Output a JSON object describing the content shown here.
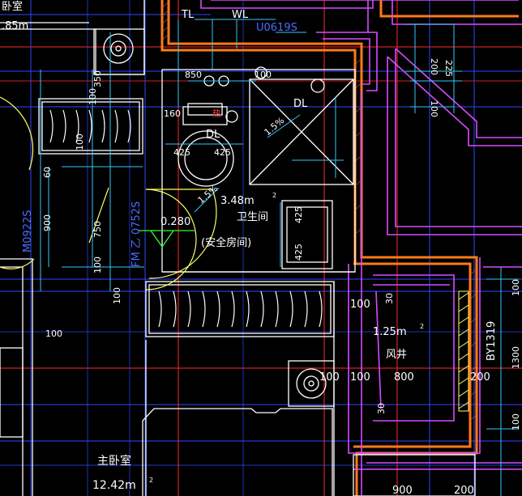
{
  "colors": {
    "background": "#000000",
    "wall_orange": "#ff7a1a",
    "wall_magenta": "#d64cff",
    "dimension_cyan": "#35c9ff",
    "grid_blue": "#2f48ff",
    "grid_red": "#ff2a2a",
    "fixture_white": "#ffffff",
    "window_yellow": "#ffff66"
  },
  "room_labels": {
    "top_left_room": "卧室",
    "top_left_area": ".85m",
    "bathroom_area": "3.48m",
    "bathroom_name": "卫生间",
    "safe_room": "(安全房间)",
    "shaft_area": "1.25m",
    "shaft_name": "风井",
    "master_bedroom": "主卧室",
    "master_bedroom_area": "12.42m",
    "area_superscript": "2"
  },
  "pipe_labels": {
    "tl": "TL",
    "wl": "WL",
    "dl_shower": "DL",
    "dl_toilet": "DL",
    "heater": "热"
  },
  "door_tags": {
    "left_door": "M0922S",
    "main_door": "FM 乙 0752S",
    "shaft_tag": "BY1319",
    "top_tag": "U0619S"
  },
  "slope_labels": {
    "slope_1": "1.5%",
    "slope_2": "1.5%"
  },
  "floor_mark": "0.280",
  "dimensions": {
    "top_850": "850",
    "top_100": "100",
    "left_350": "350",
    "left_100a": "100",
    "left_160": "160",
    "vanity_425a": "425",
    "vanity_425b": "425",
    "left_100b": "100",
    "left_60": "60",
    "left_900": "900",
    "left_750": "750",
    "left_100c": "100",
    "left_100d": "100",
    "left_100e": "100",
    "basin_425a": "425",
    "basin_425b": "425",
    "right_200": "200",
    "right_225": "225",
    "right_100": "100",
    "shaft_100a": "100",
    "shaft_30a": "30",
    "shaft_100b": "100",
    "shaft_100c": "100",
    "shaft_800": "800",
    "shaft_200": "200",
    "shaft_30b": "30",
    "far_right_100a": "100",
    "far_right_1300": "1300",
    "far_right_100b": "100",
    "bottom_900": "900",
    "bottom_200": "200"
  }
}
